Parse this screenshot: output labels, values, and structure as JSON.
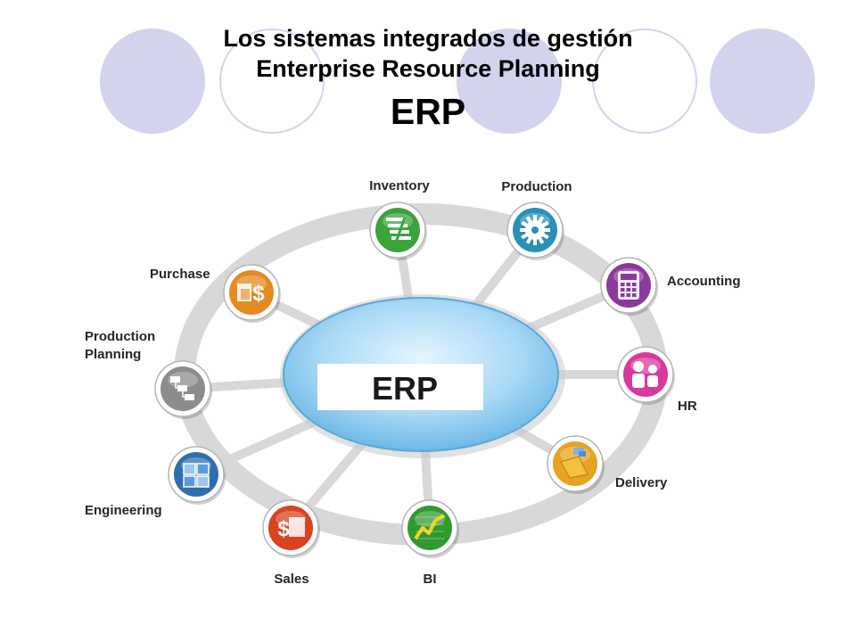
{
  "title": {
    "line1": "Los sistemas integrados de gestión",
    "line2": "Enterprise Resource Planning",
    "line3": "ERP"
  },
  "diagram": {
    "center_label": "ERP",
    "modules": [
      {
        "key": "inventory",
        "label": "Inventory",
        "icon": "inventory-icon",
        "color": "#3aa33a"
      },
      {
        "key": "production",
        "label": "Production",
        "icon": "gear-icon",
        "color": "#2b8fb8"
      },
      {
        "key": "accounting",
        "label": "Accounting",
        "icon": "calculator-icon",
        "color": "#8a3a9a"
      },
      {
        "key": "hr",
        "label": "HR",
        "icon": "people-icon",
        "color": "#d9389c"
      },
      {
        "key": "delivery",
        "label": "Delivery",
        "icon": "delivery-icon",
        "color": "#e8a224"
      },
      {
        "key": "bi",
        "label": "BI",
        "icon": "trend-chart-icon",
        "color": "#2f9a2f"
      },
      {
        "key": "sales",
        "label": "Sales",
        "icon": "dollar-sales-icon",
        "color": "#d9431e"
      },
      {
        "key": "engineering",
        "label": "Engineering",
        "icon": "puzzle-icon",
        "color": "#2f6fb0"
      },
      {
        "key": "production_planning",
        "label": "Production\nPlanning",
        "icon": "flowchart-icon",
        "color": "#8c8c8c"
      },
      {
        "key": "purchase",
        "label": "Purchase",
        "icon": "dollar-purchase-icon",
        "color": "#e58a1f"
      }
    ]
  }
}
